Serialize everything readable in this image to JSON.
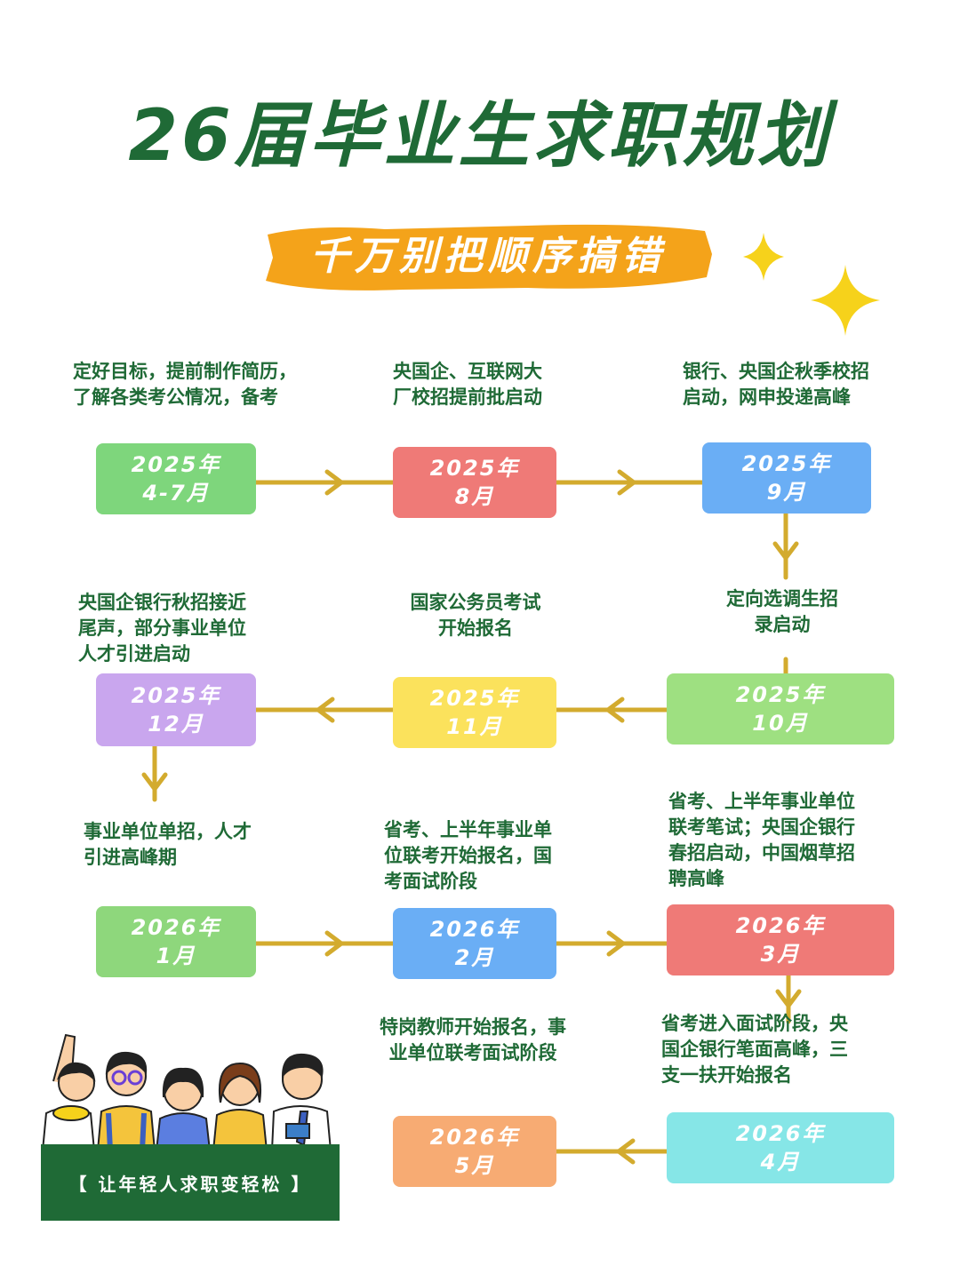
{
  "title": "26届毕业生求职规划",
  "subtitle": "千万别把顺序搞错",
  "colors": {
    "primary_green": "#1f6a36",
    "arrow": "#d3ab2e",
    "subtitle_bg": "#f4a31a",
    "sparkle": "#f6d21b"
  },
  "timeline": [
    {
      "year": "2025年",
      "month": "4-7月",
      "desc": [
        "定好目标，提前制作简历，",
        "了解各类考公情况，备考"
      ],
      "color": "#7ed67c"
    },
    {
      "year": "2025年",
      "month": "8月",
      "desc": [
        "央国企、互联网大",
        "厂校招提前批启动"
      ],
      "color": "#ef7a77"
    },
    {
      "year": "2025年",
      "month": "9月",
      "desc": [
        "银行、央国企秋季校招",
        "启动，网申投递高峰"
      ],
      "color": "#6aaef5"
    },
    {
      "year": "2025年",
      "month": "10月",
      "desc": [
        "定向选调生招",
        "录启动"
      ],
      "color": "#9ee081"
    },
    {
      "year": "2025年",
      "month": "11月",
      "desc": [
        "国家公务员考试",
        "开始报名"
      ],
      "color": "#fbe25c"
    },
    {
      "year": "2025年",
      "month": "12月",
      "desc": [
        "央国企银行秋招接近",
        "尾声，部分事业单位",
        "人才引进启动"
      ],
      "color": "#c9a6ee"
    },
    {
      "year": "2026年",
      "month": "1月",
      "desc": [
        "事业单位单招，人才",
        "引进高峰期"
      ],
      "color": "#8ed77c"
    },
    {
      "year": "2026年",
      "month": "2月",
      "desc": [
        "省考、上半年事业单",
        "位联考开始报名，国",
        "考面试阶段"
      ],
      "color": "#6aaef5"
    },
    {
      "year": "2026年",
      "month": "3月",
      "desc": [
        "省考、上半年事业单位",
        "联考笔试；央国企银行",
        "春招启动，中国烟草招",
        "聘高峰"
      ],
      "color": "#ef7a77"
    },
    {
      "year": "2026年",
      "month": "4月",
      "desc": [
        "省考进入面试阶段，央",
        "国企银行笔面高峰，三",
        "支一扶开始报名"
      ],
      "color": "#86e6e7"
    },
    {
      "year": "2026年",
      "month": "5月",
      "desc": [
        "特岗教师开始报名，事",
        "业单位联考面试阶段"
      ],
      "color": "#f7ab73"
    }
  ],
  "slogan": "【 让年轻人求职变轻松 】"
}
